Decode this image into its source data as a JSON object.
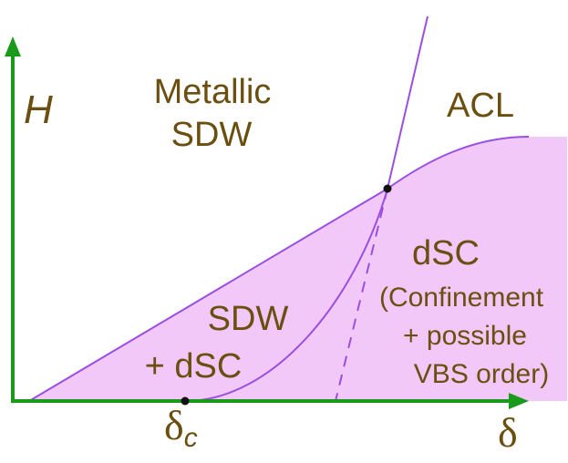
{
  "colors": {
    "text": "#6b4f10",
    "axis": "#1a9a1a",
    "boundary": "#9b4fe0",
    "fill": "#f1c8f8",
    "point": "#111111"
  },
  "axes": {
    "y_label": "H",
    "x_label": "δ",
    "delta_c_main": "δ",
    "delta_c_sub": "c"
  },
  "regions": {
    "metallic_sdw": [
      "Metallic",
      "SDW"
    ],
    "acl": "ACL",
    "sdw_dsc": [
      "SDW",
      "+ dSC"
    ],
    "dsc_title": "dSC",
    "dsc_detail": [
      "(Confinement",
      "+ possible",
      "VBS order)"
    ]
  }
}
